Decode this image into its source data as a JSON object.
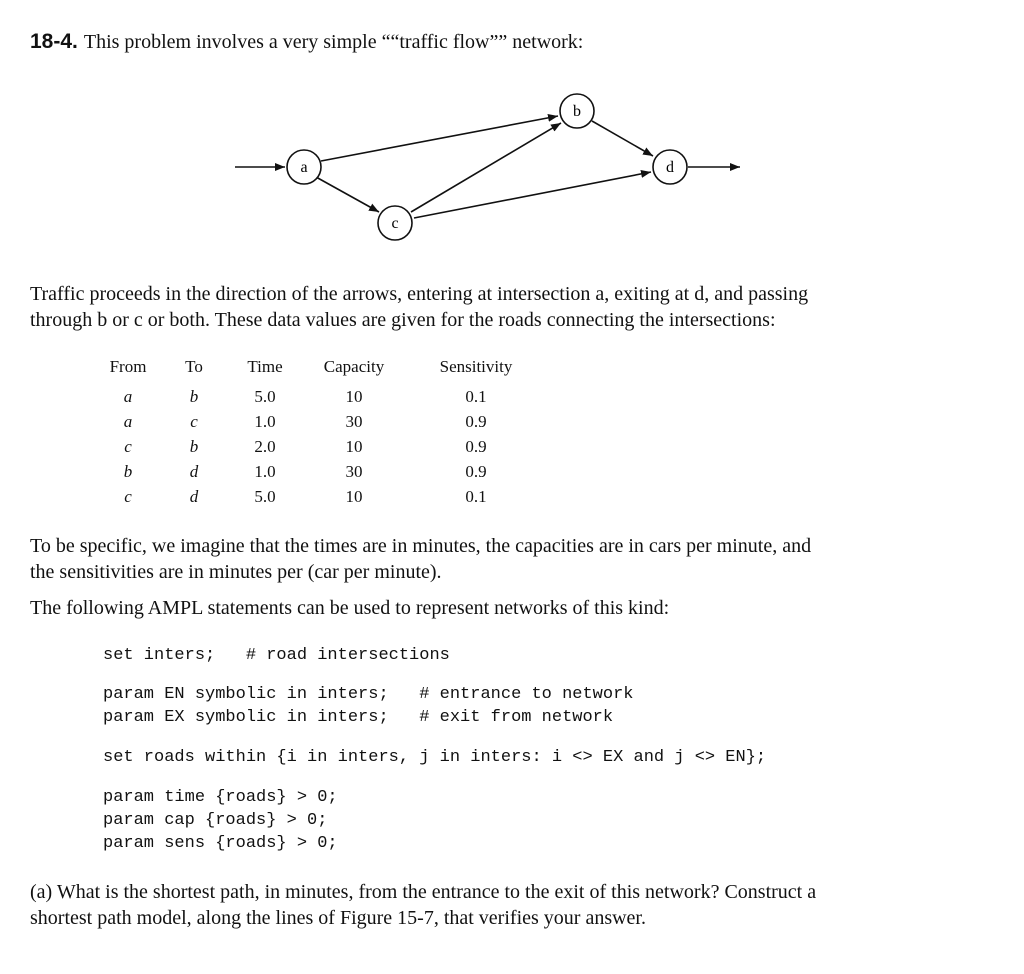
{
  "problem": {
    "number": "18-4.",
    "intro": "This problem involves a very simple ““traffic flow”” network:"
  },
  "network": {
    "nodes": [
      "a",
      "b",
      "c",
      "d"
    ],
    "edges": [
      [
        "in",
        "a"
      ],
      [
        "a",
        "b"
      ],
      [
        "a",
        "c"
      ],
      [
        "c",
        "b"
      ],
      [
        "b",
        "d"
      ],
      [
        "c",
        "d"
      ],
      [
        "d",
        "out"
      ]
    ]
  },
  "description": [
    "Traffic proceeds in the direction of the arrows, entering at intersection a, exiting at d, and passing",
    "through b or c or both.  These data values are given for the roads connecting the intersections:"
  ],
  "table": {
    "headers": [
      "From",
      "To",
      "Time",
      "Capacity",
      "Sensitivity"
    ],
    "rows": [
      [
        "a",
        "b",
        "5.0",
        "10",
        "0.1"
      ],
      [
        "a",
        "c",
        "1.0",
        "30",
        "0.9"
      ],
      [
        "c",
        "b",
        "2.0",
        "10",
        "0.9"
      ],
      [
        "b",
        "d",
        "1.0",
        "30",
        "0.9"
      ],
      [
        "c",
        "d",
        "5.0",
        "10",
        "0.1"
      ]
    ]
  },
  "units_text": [
    "To be specific, we imagine that the times are in minutes, the capacities are in cars per minute, and",
    "the sensitivities are in minutes per (car per minute)."
  ],
  "ampl_intro": "The following AMPL statements can be used to represent networks of this kind:",
  "code": [
    "set inters;   # road intersections",
    "param EN symbolic in inters;   # entrance to network\nparam EX symbolic in inters;   # exit from network",
    "set roads within {i in inters, j in inters: i <> EX and j <> EN};",
    "param time {roads} > 0;\nparam cap {roads} > 0;\nparam sens {roads} > 0;"
  ],
  "question_a": [
    "(a) What is the shortest path, in minutes, from the entrance to the exit of this network?  Construct a",
    "shortest path model, along the lines of Figure 15-7, that verifies your answer."
  ]
}
